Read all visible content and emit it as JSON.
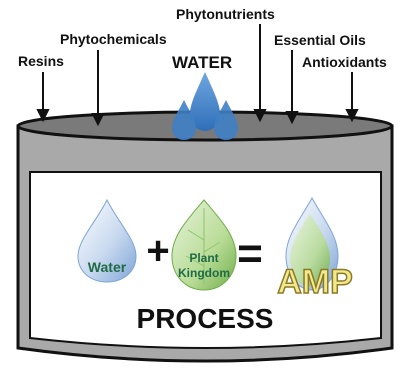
{
  "labels": {
    "resins": "Resins",
    "phytochemicals": "Phytochemicals",
    "phytonutrients": "Phytonutrients",
    "essential_oils": "Essential Oils",
    "antioxidants": "Antioxidants",
    "water_top": "WATER"
  },
  "equation": {
    "water": "Water",
    "plus": "+",
    "plant_line1": "Plant",
    "plant_line2": "Kingdom",
    "equals": "=",
    "result": "AMP"
  },
  "process": "PROCESS",
  "colors": {
    "tank_body": "#a9a9a9",
    "tank_top": "#7a7a7a",
    "outline": "#111111",
    "water_blue": "#3f7fc4",
    "leaf_green": "#6ab04c",
    "amp_yellow": "#f3e98a"
  }
}
